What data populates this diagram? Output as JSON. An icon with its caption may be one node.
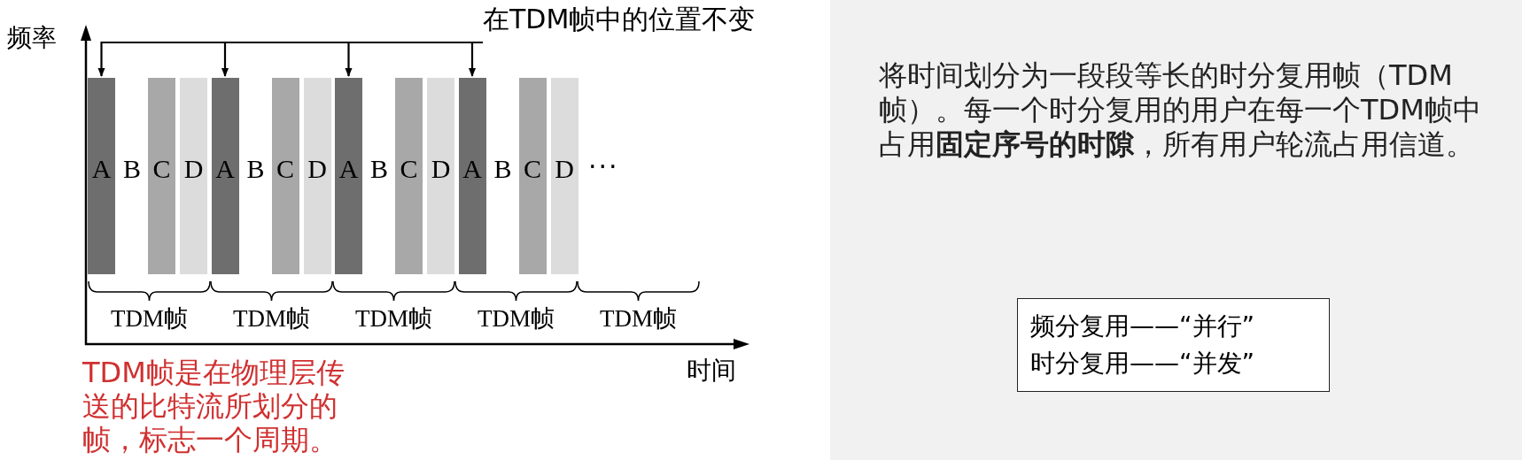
{
  "diagram": {
    "nodes": [
      {
        "text": [
          "在TDM帧中的位置不变"
        ]
      },
      {
        "text": [
          "A"
        ]
      },
      {
        "text": [
          "C"
        ]
      },
      {
        "text": [
          "D"
        ]
      },
      {
        "text": [
          "A"
        ]
      },
      {
        "text": [
          "C"
        ]
      },
      {
        "text": [
          "D"
        ]
      },
      {
        "text": [
          "A"
        ]
      },
      {
        "text": [
          "C"
        ]
      },
      {
        "text": [
          "D"
        ]
      },
      {
        "text": [
          "A"
        ]
      },
      {
        "text": [
          "C"
        ]
      },
      {
        "text": [
          "D"
        ]
      },
      {
        "text": [
          "频分复用——“并行”",
          "时分复用——“并发”"
        ]
      }
    ],
    "edges": [
      {
        "from": 0,
        "to": 1,
        "arrow": "to"
      },
      {
        "from": 0,
        "to": 4,
        "arrow": "to"
      },
      {
        "from": 0,
        "to": 7,
        "arrow": "to"
      },
      {
        "from": 0,
        "to": 10,
        "arrow": "to"
      }
    ],
    "labels": [
      "频率",
      "B",
      "B",
      "B",
      "B",
      "···",
      "TDM帧",
      "TDM帧",
      "TDM帧",
      "TDM帧",
      "TDM帧",
      "TDM帧是在物理层传送的比特流所划分的帧，标志一个周期。",
      "时间",
      "将时间划分为一段段等长的时分复用帧（TDM帧）。每一个时分复用的用户在每一个TDM帧中占用**固定序号的时隙**，所有用户轮流占用信道。"
    ]
  }
}
